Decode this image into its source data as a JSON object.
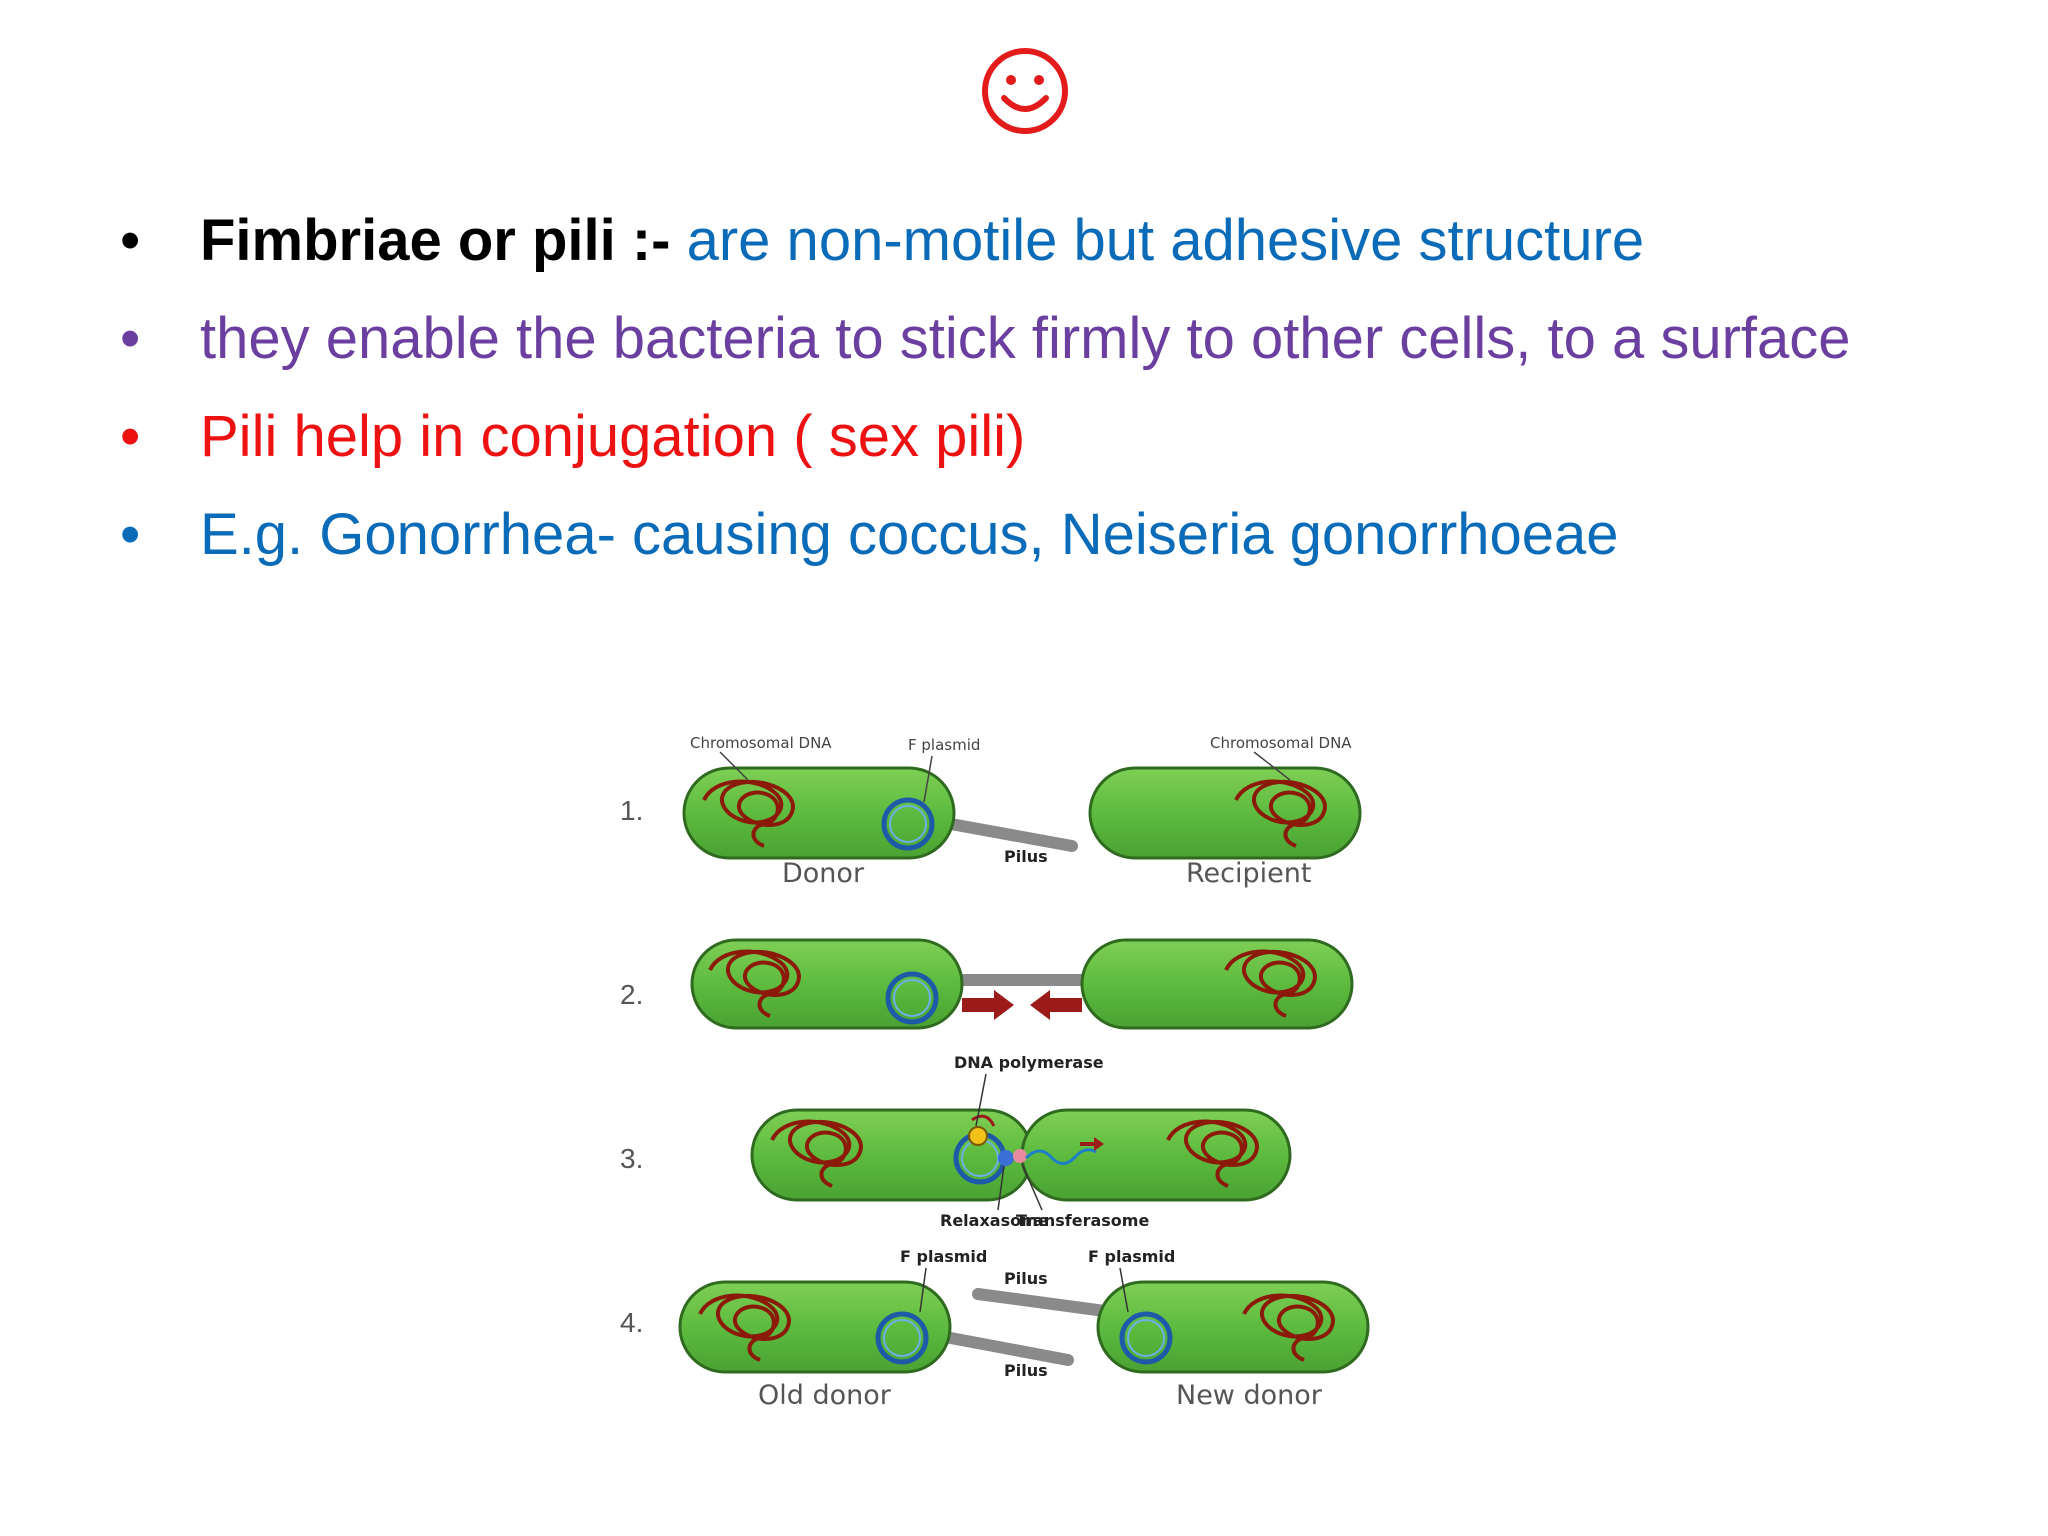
{
  "slide": {
    "smiley": "☺",
    "bullets": [
      {
        "term": "Fimbriae or pili :-",
        "text": " are non-motile but adhesive structure"
      },
      {
        "text": "they enable the bacteria to stick firmly to other cells, to a surface"
      },
      {
        "text": "Pili help in conjugation ( sex pili)"
      },
      {
        "text": "E.g.  Gonorrhea- causing coccus, Neiseria gonorrhoeae"
      }
    ],
    "bullet_char": "•"
  },
  "diagram": {
    "steps": [
      "1.",
      "2.",
      "3.",
      "4."
    ],
    "labels": {
      "chromosomal_dna_left": "Chromosomal DNA",
      "f_plasmid_top": "F plasmid",
      "chromosomal_dna_right": "Chromosomal DNA",
      "pilus_1": "Pilus",
      "donor": "Donor",
      "recipient": "Recipient",
      "dna_polymerase": "DNA polymerase",
      "relaxasome": "Relaxasome",
      "transferasome": "Transferasome",
      "f_plasmid_left": "F plasmid",
      "f_plasmid_right": "F plasmid",
      "pilus_4a": "Pilus",
      "pilus_4b": "Pilus",
      "old_donor": "Old donor",
      "new_donor": "New donor"
    }
  },
  "colors": {
    "cell_fill": "#5dbb3f",
    "cell_stroke": "#2f6b1f",
    "dna": "#8b1a0a",
    "plasmid": "#1e5aa8",
    "arrow": "#9b1a1a",
    "pilus": "#8a8a8a"
  }
}
